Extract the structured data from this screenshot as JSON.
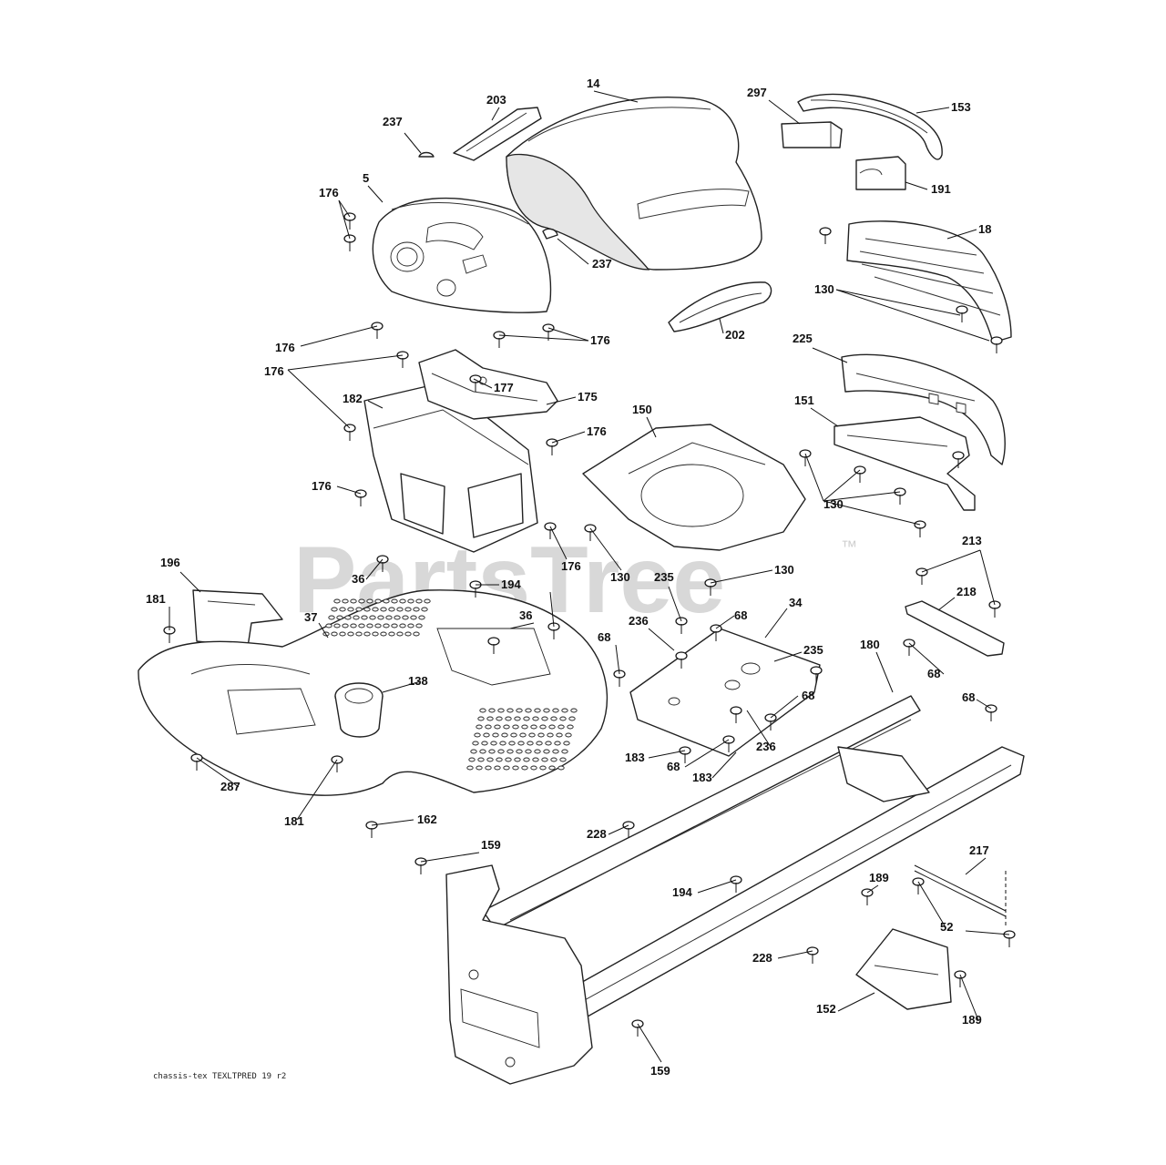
{
  "watermark": {
    "text": "PartsTree",
    "trademark": "™"
  },
  "footer": {
    "text": "chassis-tex TEXLTPRED 19 r2"
  },
  "callouts": {
    "c14": "14",
    "c203": "203",
    "c297": "297",
    "c153": "153",
    "c237a": "237",
    "c191": "191",
    "c5": "5",
    "c176a": "176",
    "c237b": "237",
    "c18": "18",
    "c130a": "130",
    "c202": "202",
    "c176b": "176",
    "c176c": "176",
    "c225": "225",
    "c176d": "176",
    "c177": "177",
    "c182": "182",
    "c175": "175",
    "c150": "150",
    "c151": "151",
    "c176e": "176",
    "c176f": "176",
    "c130b": "130",
    "c176g": "176",
    "c130c": "130",
    "c213": "213",
    "c196": "196",
    "c36a": "36",
    "c194a": "194",
    "c130d": "130",
    "c235a": "235",
    "c181a": "181",
    "c37": "37",
    "c36b": "36",
    "c68a": "68",
    "c34": "34",
    "c218": "218",
    "c236a": "236",
    "c68b": "68",
    "c235b": "235",
    "c180": "180",
    "c68c": "68",
    "c138": "138",
    "c68d": "68",
    "c68e": "68",
    "c183a": "183",
    "c236b": "236",
    "c287": "287",
    "c68f": "68",
    "c183b": "183",
    "c181b": "181",
    "c162": "162",
    "c228a": "228",
    "c159a": "159",
    "c217": "217",
    "c194b": "194",
    "c189a": "189",
    "c52": "52",
    "c228b": "228",
    "c152": "152",
    "c189b": "189",
    "c159b": "159"
  }
}
